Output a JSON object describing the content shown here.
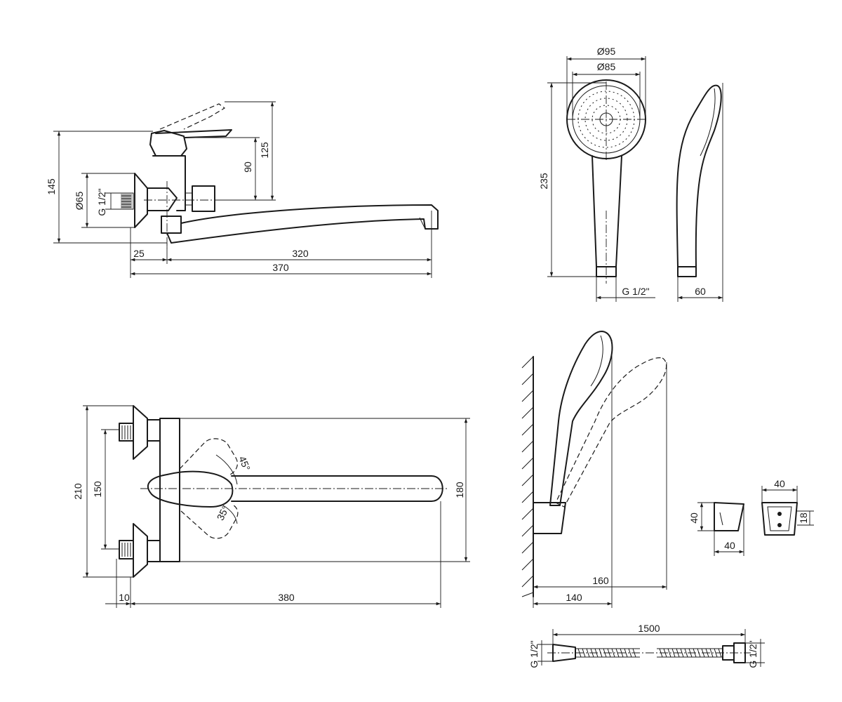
{
  "faucet_side": {
    "dims": {
      "total_height": "145",
      "handle_height": "125",
      "body_height": "90",
      "flange_dia": "Ø65",
      "thread": "G 1/2\"",
      "wall_offset": "25",
      "spout_reach": "320",
      "total_length": "370"
    }
  },
  "hand_shower_front": {
    "dims": {
      "head_outer_dia": "Ø95",
      "face_dia": "Ø85",
      "length": "235",
      "thread": "G 1/2\""
    }
  },
  "hand_shower_side": {
    "dims": {
      "depth": "60"
    }
  },
  "faucet_top": {
    "dims": {
      "flange_span": "210",
      "centers": "150",
      "spout_span": "180",
      "angle_upper": "45°",
      "angle_lower": "35°",
      "offset": "10",
      "length": "380"
    }
  },
  "wall_holder": {
    "dims": {
      "reach_upper": "160",
      "reach_lower": "140"
    }
  },
  "bracket": {
    "dims": {
      "height": "40",
      "width": "40",
      "top_width": "40",
      "depth": "18"
    }
  },
  "hose": {
    "dims": {
      "length": "1500",
      "thread_left": "G 1/2\"",
      "thread_right": "G 1/2\""
    }
  }
}
